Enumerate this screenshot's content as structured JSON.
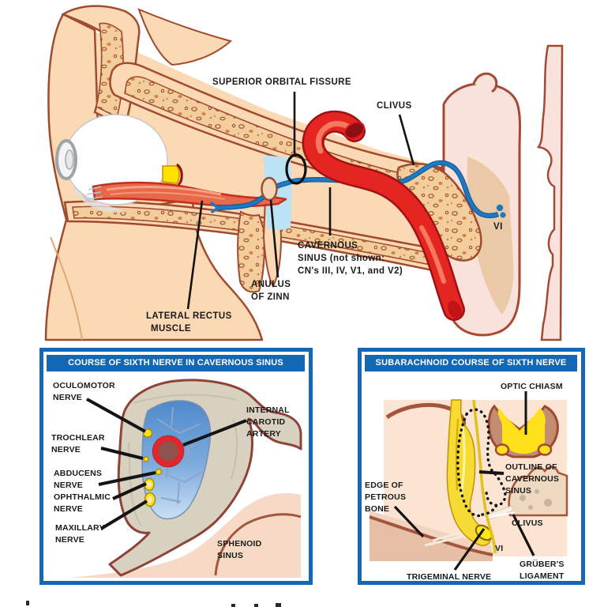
{
  "main_diagram": {
    "labels": {
      "superior_orbital_fissure": "SUPERIOR ORBITAL FISSURE",
      "clivus": "CLIVUS",
      "cavernous_sinus": [
        "CAVERNOUS",
        "SINUS (not shown:",
        "CN's III, IV, V1, and V2)"
      ],
      "anulus_of_zinn": [
        "ANULUS",
        "OF ZINN"
      ],
      "lateral_rectus_muscle": [
        "LATERAL RECTUS",
        "MUSCLE"
      ],
      "abducens_nerve": "VI"
    }
  },
  "cavernous_sinus_panel": {
    "title": "COURSE OF SIXTH NERVE IN CAVERNOUS SINUS",
    "labels": {
      "oculomotor_nerve": [
        "OCULOMOTOR",
        "NERVE"
      ],
      "trochlear_nerve": [
        "TROCHLEAR",
        "NERVE"
      ],
      "abducens_nerve": [
        "ABDUCENS",
        "NERVE"
      ],
      "ophthalmic_nerve": [
        "OPHTHALMIC",
        "NERVE"
      ],
      "maxillary_nerve": [
        "MAXILLARY",
        "NERVE"
      ],
      "internal_carotid_artery": [
        "INTERNAL",
        "CAROTID",
        "ARTERY"
      ],
      "sphenoid_sinus": [
        "SPHENOID",
        "SINUS"
      ]
    }
  },
  "subarachnoid_panel": {
    "title": "SUBARACHNOID COURSE OF SIXTH NERVE",
    "labels": {
      "optic_chiasm": "OPTIC CHIASM",
      "edge_of_petrous_bone": [
        "EDGE OF",
        "PETROUS",
        "BONE"
      ],
      "outline_of_cavernous_sinus": [
        "OUTLINE OF",
        "CAVERNOUS",
        "SINUS"
      ],
      "clivus": "CLIVUS",
      "abducens_nerve": "VI",
      "grubers_ligament": [
        "GRÜBER'S",
        "LIGAMENT"
      ],
      "trigeminal_nerve": "TRIGEMINAL NERVE"
    }
  },
  "colors": {
    "panel_frame_blue": "#1468B3",
    "nerve_blue": "#1E79C0",
    "artery_red": "#E52520",
    "nerve_yellow": "#FFE100",
    "skin_tone": "#FAD9B4",
    "bone_outline_brown": "#A04A2E",
    "label_text": "#1A1A1A",
    "title_text": "#FFFFFF"
  }
}
